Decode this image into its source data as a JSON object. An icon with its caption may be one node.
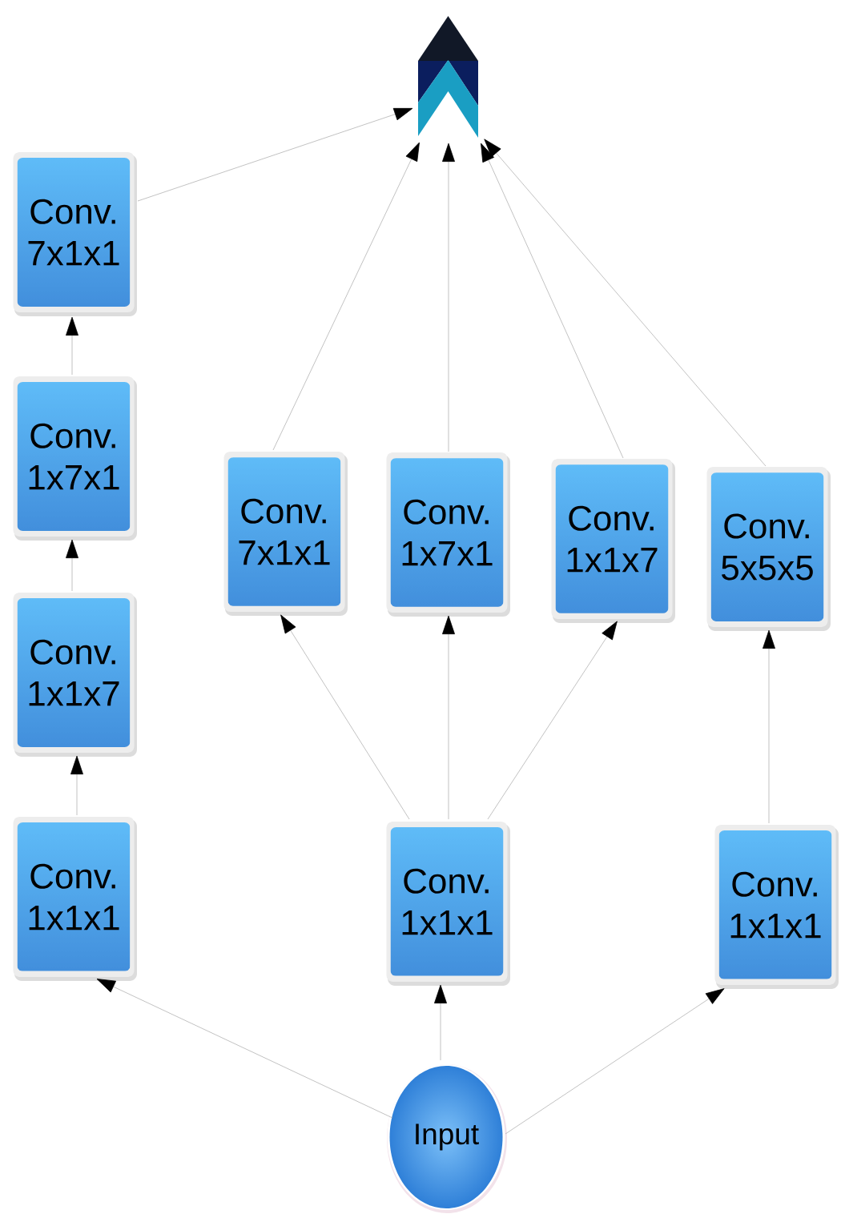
{
  "diagram": {
    "nodes": [
      {
        "text": [],
        "shape": "chevron"
      },
      {
        "text": [
          "Conv. 7x1x1"
        ]
      },
      {
        "text": [
          "Conv. 1x7x1"
        ]
      },
      {
        "text": [
          "Conv. 7x1x1"
        ]
      },
      {
        "text": [
          "Conv. 1x7x1"
        ]
      },
      {
        "text": [
          "Conv. 1x1x7"
        ]
      },
      {
        "text": [
          "Conv. 5x5x5"
        ]
      },
      {
        "text": [
          "Conv. 1x1x7"
        ]
      },
      {
        "text": [
          "Conv. 1x1x1"
        ]
      },
      {
        "text": [
          "Conv. 1x1x1"
        ]
      },
      {
        "text": [
          "Conv. 1x1x1"
        ]
      },
      {
        "text": [
          "Input"
        ]
      }
    ],
    "edges": [
      {
        "from": 11,
        "to": 8,
        "arrow": "to"
      },
      {
        "from": 11,
        "to": 9,
        "arrow": "to"
      },
      {
        "from": 11,
        "to": 10,
        "arrow": "to"
      },
      {
        "from": 8,
        "to": 7,
        "arrow": "to"
      },
      {
        "from": 7,
        "to": 2,
        "arrow": "to"
      },
      {
        "from": 2,
        "to": 1,
        "arrow": "to"
      },
      {
        "from": 9,
        "to": 3,
        "arrow": "to"
      },
      {
        "from": 9,
        "to": 4,
        "arrow": "to"
      },
      {
        "from": 9,
        "to": 5,
        "arrow": "to"
      },
      {
        "from": 10,
        "to": 6,
        "arrow": "to"
      },
      {
        "from": 1,
        "to": 0,
        "arrow": "to"
      },
      {
        "from": 3,
        "to": 0,
        "arrow": "to"
      },
      {
        "from": 4,
        "to": 0,
        "arrow": "to"
      },
      {
        "from": 5,
        "to": 0,
        "arrow": "to"
      },
      {
        "from": 6,
        "to": 0,
        "arrow": "to"
      }
    ]
  }
}
